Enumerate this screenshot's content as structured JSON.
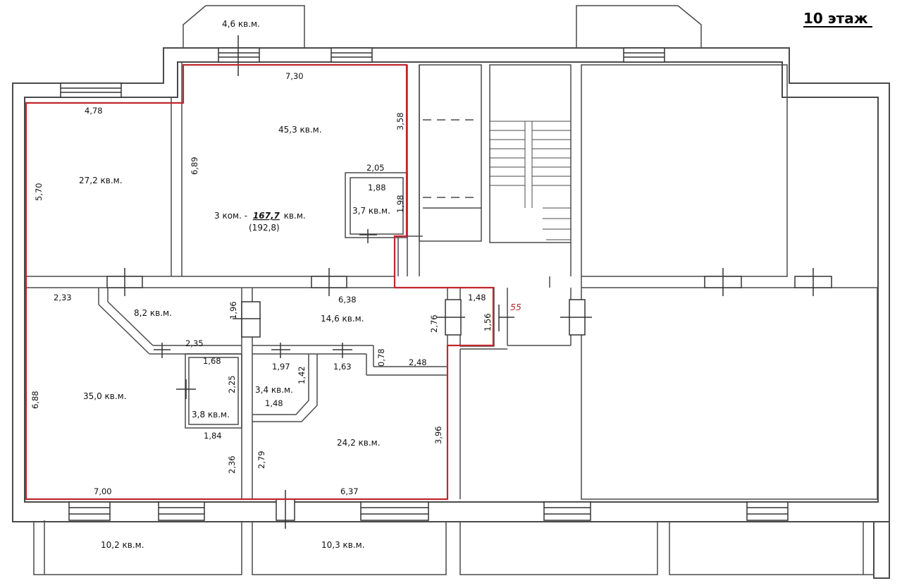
{
  "floor_label": "10 этаж",
  "apartment": {
    "summary_prefix": "3 ком. -",
    "summary_area": "167,7",
    "summary_suffix": "кв.м.",
    "total_area_paren": "(192,8)",
    "unit_number": "55"
  },
  "rooms": {
    "balcony_top": "4,6 кв.м.",
    "room_main": "45,3 кв.м.",
    "room_left": "27,2 кв.м.",
    "closet_small": "3,7 кв.м.",
    "hall": "8,2 кв.м.",
    "living_mid": "14,6 кв.м.",
    "room_bottom_left": "35,0 кв.м.",
    "bath_1": "3,8 кв.м.",
    "bath_2": "3,4 кв.м.",
    "room_bottom_right": "24,2 кв.м.",
    "balcony_bl": "10,2 кв.м.",
    "balcony_br": "10,3 кв.м."
  },
  "dimensions": {
    "d_730": "7,30",
    "d_478": "4,78",
    "d_358": "3,58",
    "d_689": "6,89",
    "d_570": "5,70",
    "d_205": "2,05",
    "d_188": "1,88",
    "d_198": "1,98",
    "d_233": "2,33",
    "d_196": "1,96",
    "d_638": "6,38",
    "d_148_top": "1,48",
    "d_156": "1,56",
    "d_276": "2,76",
    "d_235": "2,35",
    "d_168": "1,68",
    "d_197": "1,97",
    "d_142": "1,42",
    "d_163": "1,63",
    "d_078": "0,78",
    "d_248": "2,48",
    "d_225": "2,25",
    "d_148_bot": "1,48",
    "d_688": "6,88",
    "d_184": "1,84",
    "d_279": "2,79",
    "d_396": "3,96",
    "d_236": "2,36",
    "d_700": "7,00",
    "d_637": "6,37"
  },
  "colors": {
    "wall": "#4a4a4a",
    "apartment_outline": "#c0272d",
    "background": "#ffffff"
  }
}
